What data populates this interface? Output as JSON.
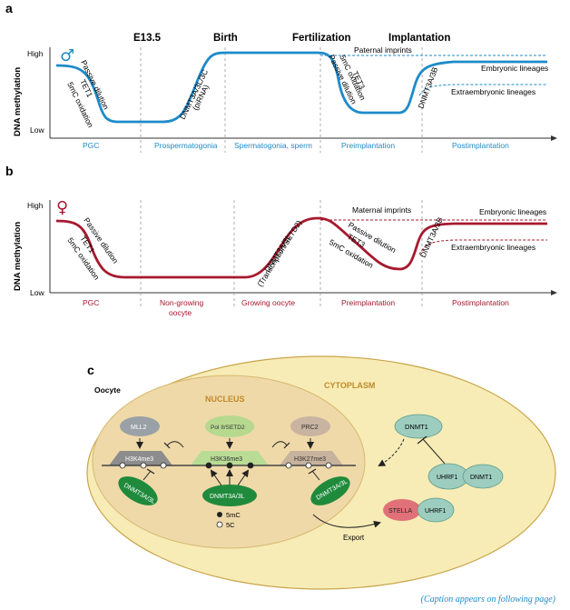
{
  "panel_a": {
    "label": "a",
    "stages": [
      "E13.5",
      "Birth",
      "Fertilization",
      "Implantation"
    ],
    "y_high": "High",
    "y_low": "Low",
    "y_axis": "DNA methylation",
    "sex_symbol": "♂",
    "phases": [
      "PGC",
      "Prospermatogonia",
      "Spermatogonia, sperm",
      "Preimplantation",
      "Postimplantation"
    ],
    "ann_passive1": "Passive dilution",
    "ann_tet1": "TET1",
    "ann_5mc1": "5mC oxidation",
    "ann_dnmt": "DNMT3A/3L/3C",
    "ann_pirna": "(piRNA)",
    "ann_5mc2": "5mC oxidation",
    "ann_tet3": "TET3",
    "ann_passive2": "Passive dilution",
    "ann_dnmt3ab": "DNMT3A/3B",
    "imprints": "Paternal imprints",
    "embryonic": "Embryonic lineages",
    "extraembryonic": "Extraembryonic lineages",
    "color": "#1d8bc9"
  },
  "panel_b": {
    "label": "b",
    "y_high": "High",
    "y_low": "Low",
    "y_axis": "DNA methylation",
    "sex_symbol": "♀",
    "phases": [
      "PGC",
      "Non-growing",
      "oocyte",
      "Growing oocyte",
      "Preimplantation",
      "Postimplantation"
    ],
    "ann_passive1": "Passive dilution",
    "ann_tet1": "TET1",
    "ann_5mc1": "5mC oxidation",
    "ann_dnmt": "DNMT3A/3L",
    "ann_trans": "(Transcription/SETD2)",
    "imprints": "Maternal imprints",
    "ann_passive2": "Passive dilution",
    "ann_tet3": "TET3",
    "ann_5mc2": "5mC oxidation",
    "ann_dnmt3ab": "DNMT3A/3B",
    "embryonic": "Embryonic lineages",
    "extraembryonic": "Extraembryonic lineages",
    "color": "#a6192e"
  },
  "panel_c": {
    "label": "c",
    "oocyte": "Oocyte",
    "nucleus": "NUCLEUS",
    "cytoplasm": "CYTOPLASM",
    "mll2": "MLL2",
    "pol2": "Pol II/SETD2",
    "prc2": "PRC2",
    "h3k4": "H3K4me3",
    "h3k36": "H3K36me3",
    "h3k27": "H3K27me3",
    "dnmt_left": "DNMT3A/3L",
    "dnmt_mid": "DNMT3A/3L",
    "dnmt_right": "DNMT3A/3L",
    "legend_5mc": "5mC",
    "legend_5c": "5C",
    "export": "Export",
    "dnmt1_top": "DNMT1",
    "uhrf1": "UHRF1",
    "dnmt1": "DNMT1",
    "stella": "STELLA",
    "uhrf1_b": "UHRF1"
  },
  "caption": "(Caption appears on following page)"
}
